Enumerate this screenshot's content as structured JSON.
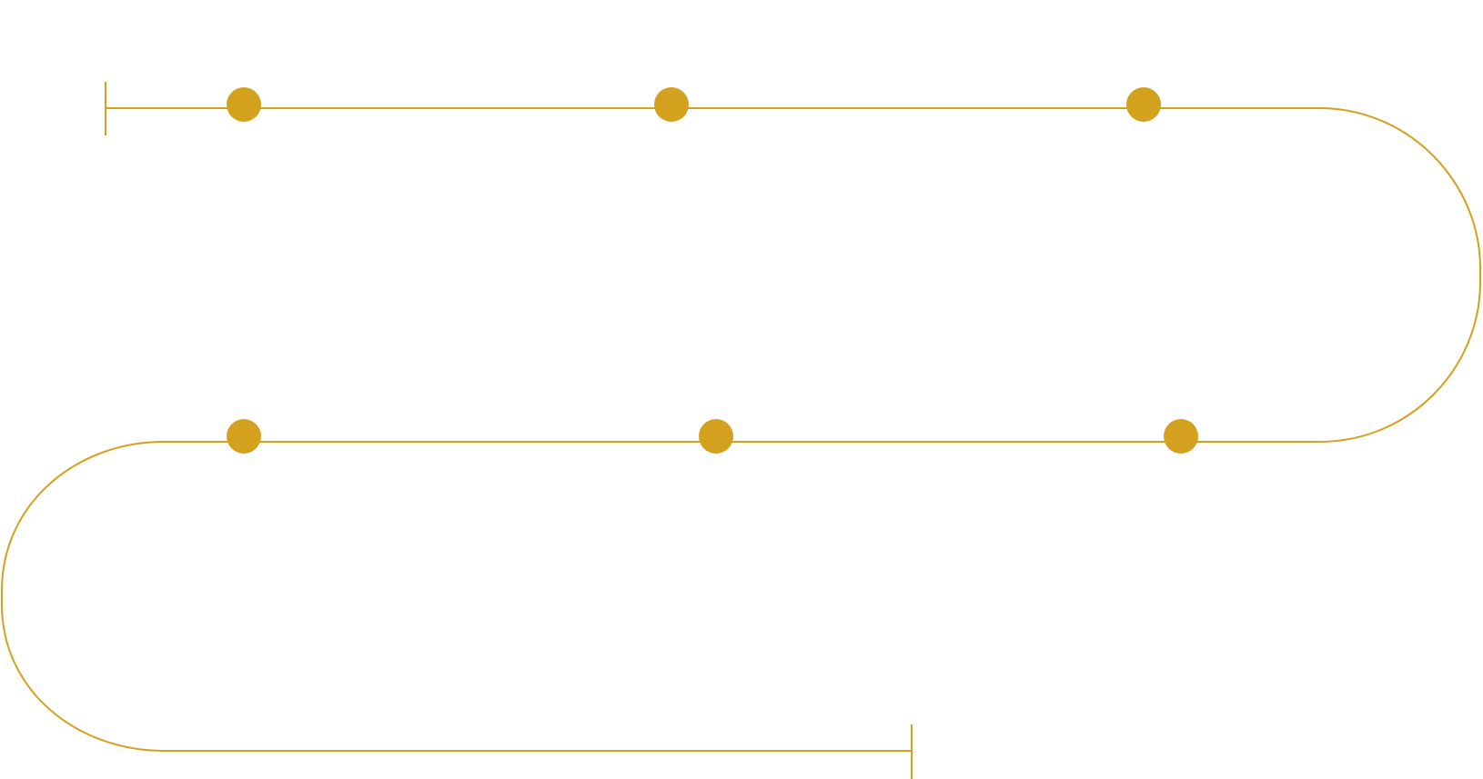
{
  "timeline": {
    "accent_color": "#D4A11E",
    "background_color": "#FFFFFF",
    "milestones": [
      {
        "row": 1,
        "order": 1,
        "label": ""
      },
      {
        "row": 1,
        "order": 2,
        "label": ""
      },
      {
        "row": 1,
        "order": 3,
        "label": ""
      },
      {
        "row": 2,
        "order": 4,
        "label": ""
      },
      {
        "row": 2,
        "order": 5,
        "label": ""
      },
      {
        "row": 2,
        "order": 6,
        "label": ""
      }
    ],
    "endpoints": [
      "start-cap",
      "end-cap"
    ]
  }
}
